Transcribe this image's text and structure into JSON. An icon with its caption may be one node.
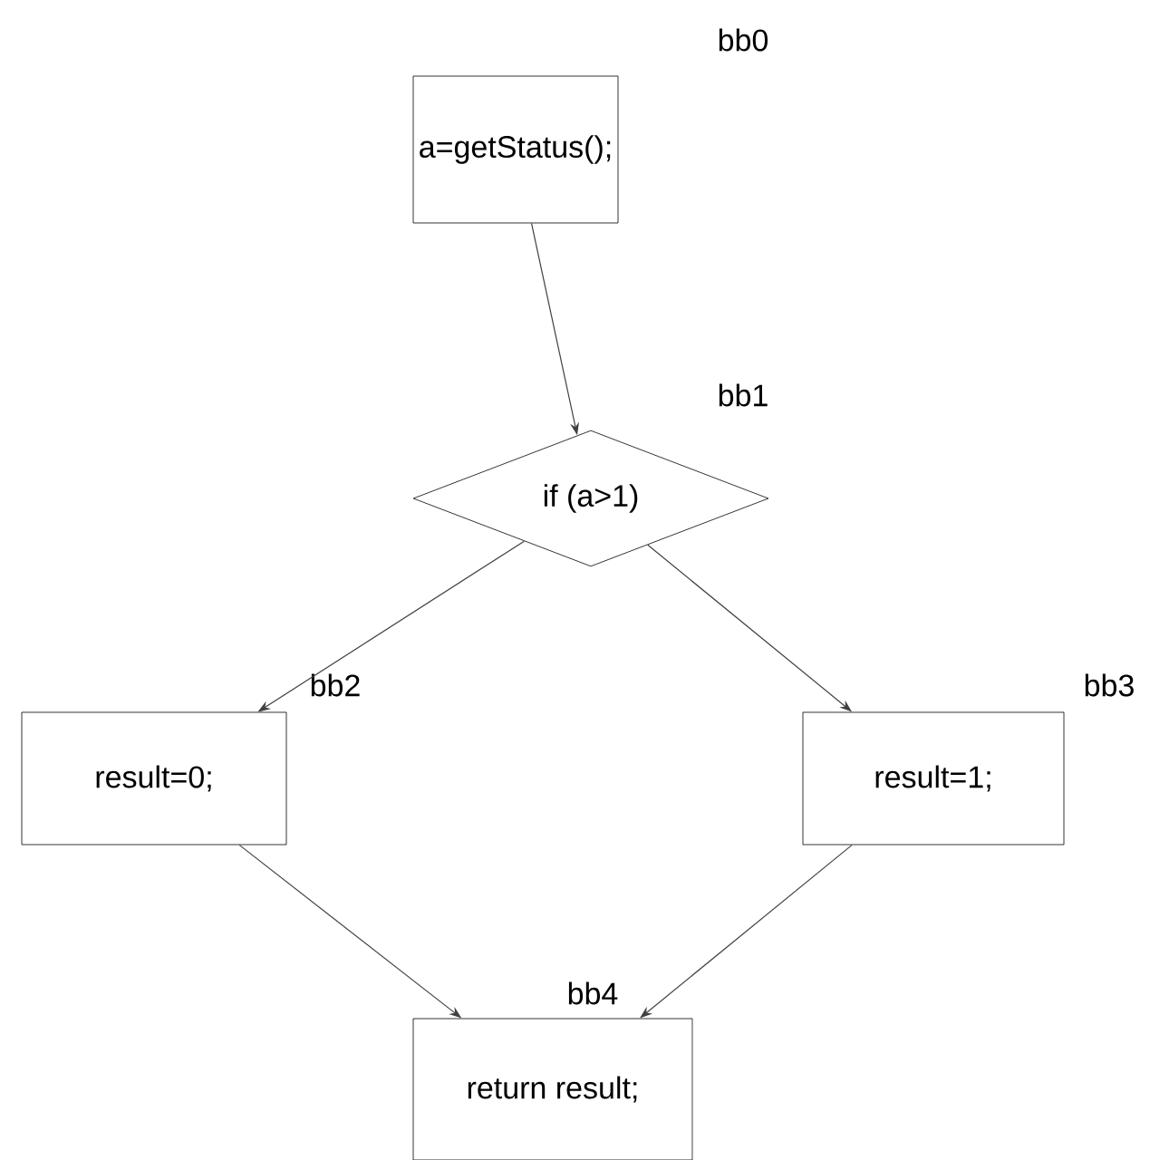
{
  "diagram": {
    "nodes": [
      {
        "text": [
          "a=getStatus();"
        ],
        "beside": [
          "bb0"
        ]
      },
      {
        "text": [
          "if (a>1)"
        ],
        "beside": [
          "bb1"
        ]
      },
      {
        "text": [
          "result=0;"
        ],
        "beside": [
          "bb2"
        ]
      },
      {
        "text": [
          "result=1;"
        ],
        "beside": [
          "bb3"
        ]
      },
      {
        "text": [
          "return result;"
        ],
        "beside": [
          "bb4"
        ]
      }
    ],
    "edges": [
      {
        "from": 0,
        "to": 1,
        "arrow": "to"
      },
      {
        "from": 1,
        "to": 2,
        "arrow": "to"
      },
      {
        "from": 1,
        "to": 3,
        "arrow": "to"
      },
      {
        "from": 2,
        "to": 4,
        "arrow": "to"
      },
      {
        "from": 3,
        "to": 4,
        "arrow": "to"
      }
    ]
  }
}
